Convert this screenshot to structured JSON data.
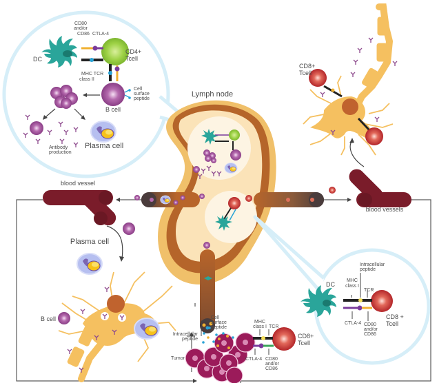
{
  "diagram": {
    "title": "Lymph node immune response to tumor",
    "colors": {
      "dc": "#2aa59a",
      "cd4_tcell": "#8cc63f",
      "cd8_tcell": "#c0392b",
      "b_cell": "#a0569a",
      "plasma_cell": "#a9b4e8",
      "nucleus": "#f5c518",
      "lymph_node_outer": "#b5652a",
      "lymph_node_inner": "#fbe3b8",
      "blood_vessel": "#7a1c2a",
      "neuron": "#f5c060",
      "tumor": "#9b1b5a",
      "antibody": "#8e4b8e",
      "callout": "#d6eef8"
    },
    "labels": {
      "lymph_node": "Lymph node",
      "blood_vessel_left": "blood vessel",
      "blood_vessels_right": "blood vessels",
      "plasma_cell_main": "Plasma cell",
      "b_cell_main": "B cell",
      "tumor": "Tumor",
      "cd8_top": [
        "CD8+",
        "Tcell"
      ]
    },
    "callout_top_left": {
      "dc": "DC",
      "cd4": [
        "CD4+",
        "Tcell"
      ],
      "cd80": [
        "CD80",
        "and/or",
        "CD86"
      ],
      "ctla4": "CTLA-4",
      "mhc": [
        "MHC",
        "class II"
      ],
      "tcr": "TCR",
      "b_cell": "B cell",
      "cell_surface_peptide": [
        "Cell",
        "surface",
        "peptide"
      ],
      "antibody_production": [
        "Antibody",
        "production"
      ],
      "plasma_cell": "Plasma cell"
    },
    "callout_bottom_right": {
      "dc": "DC",
      "mhc": [
        "MHC",
        "class I"
      ],
      "intracellular_peptide": [
        "Intracellular",
        "peptide"
      ],
      "tcr": "TCR",
      "cd8": [
        "CD8 +",
        "Tcell"
      ],
      "ctla4": "CTLA-4",
      "cd80": [
        "CD80",
        "and/or",
        "CD86"
      ]
    },
    "tumor_interaction": {
      "cell_surface_peptide": [
        "Cell",
        "surface",
        "peptide"
      ],
      "intracellular_peptide": [
        "Intracellular",
        "peptide"
      ],
      "mhc": [
        "MHC",
        "class I"
      ],
      "tcr": "TCR",
      "cd8": [
        "CD8+",
        "Tcell"
      ],
      "ctla4": "CTLA-4",
      "cd80": [
        "CD80",
        "and/or",
        "CD86"
      ]
    }
  }
}
